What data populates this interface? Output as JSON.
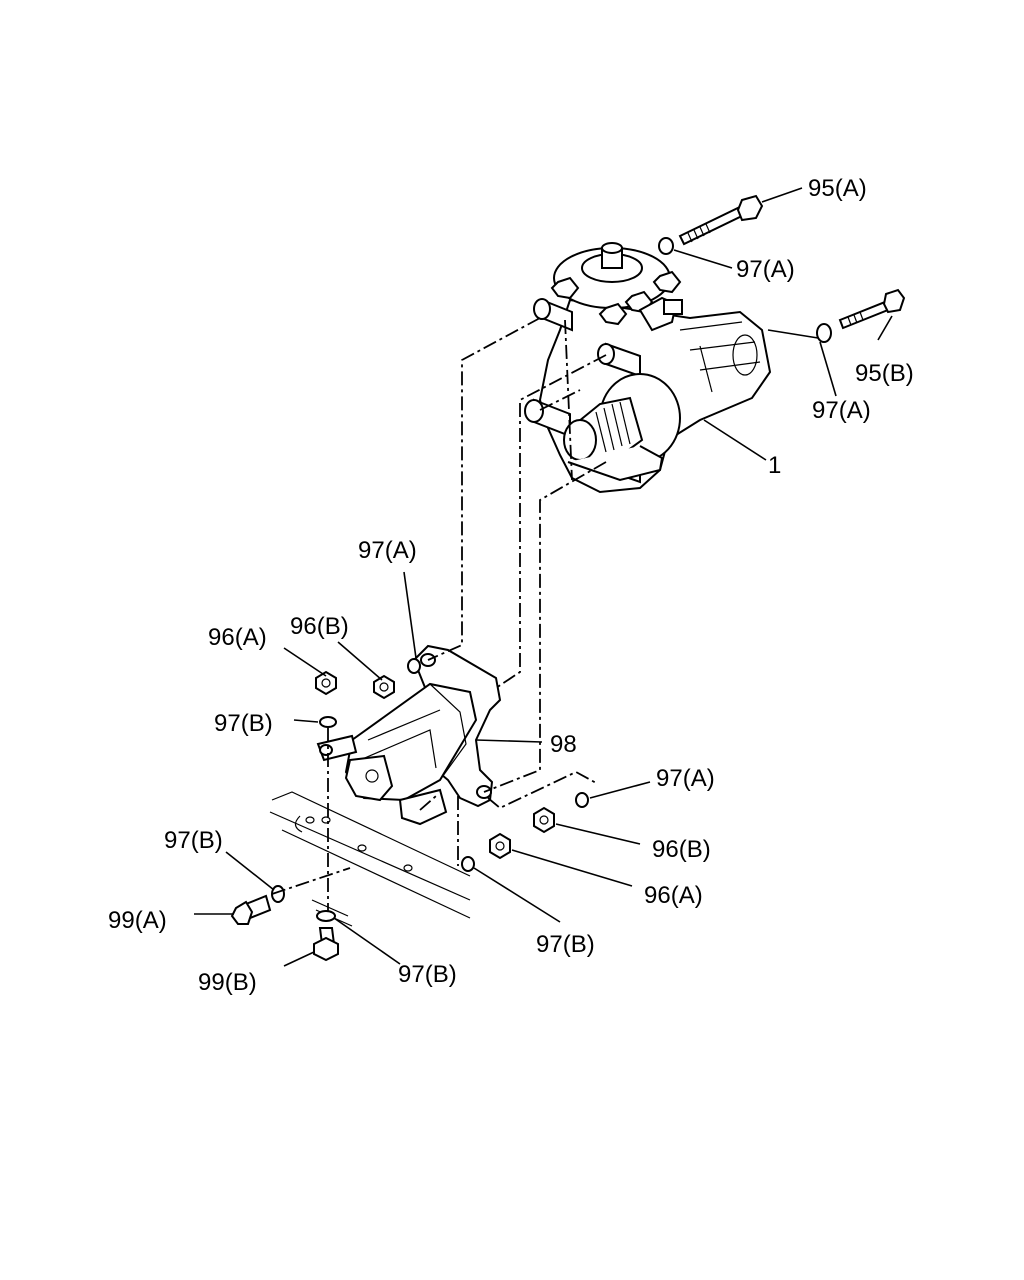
{
  "labels": {
    "l95a": "95(A)",
    "l97a_1": "97(A)",
    "l95b": "95(B)",
    "l97a_2": "97(A)",
    "l1": "1",
    "l97a_3": "97(A)",
    "l96a_1": "96(A)",
    "l96b_1": "96(B)",
    "l97b_1": "97(B)",
    "l98": "98",
    "l97a_4": "97(A)",
    "l96b_2": "96(B)",
    "l96a_2": "96(A)",
    "l97b_2": "97(B)",
    "l99a": "99(A)",
    "l97b_3": "97(B)",
    "l97b_4": "97(B)",
    "l99b": "99(B)"
  }
}
